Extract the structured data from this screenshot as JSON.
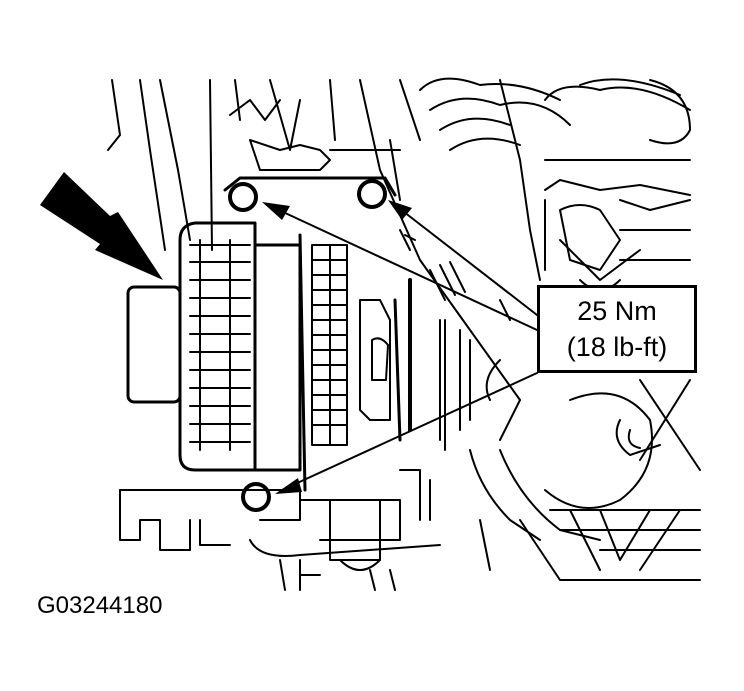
{
  "figure": {
    "subject": "alternator mounting bolts",
    "caption": "G03244180",
    "callout": {
      "torque_metric": "25 Nm",
      "torque_imperial": "(18 lb-ft)"
    },
    "colors": {
      "ink": "#000000",
      "background": "#ffffff"
    },
    "annotations": [
      {
        "type": "large-pointer-arrow",
        "target": "alternator"
      },
      {
        "type": "leader-arrow",
        "target": "upper-left-bolt"
      },
      {
        "type": "leader-arrow",
        "target": "upper-right-bolt"
      },
      {
        "type": "leader-arrow",
        "target": "lower-bolt"
      }
    ]
  }
}
